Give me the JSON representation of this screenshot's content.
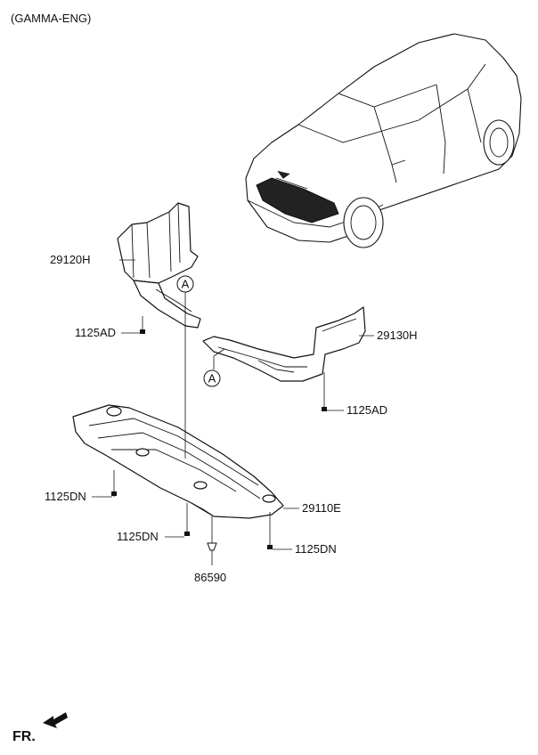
{
  "header": {
    "engine_variant": "(GAMMA-ENG)"
  },
  "parts": {
    "rh_cover": "29120H",
    "lh_cover": "29130H",
    "main_panel": "29110E",
    "bolt_ad_1": "1125AD",
    "bolt_ad_2": "1125AD",
    "bolt_dn_1": "1125DN",
    "bolt_dn_2": "1125DN",
    "bolt_dn_3": "1125DN",
    "clip": "86590"
  },
  "refs": {
    "marker_1": "A",
    "marker_2": "A"
  },
  "footer": {
    "direction": "FR."
  }
}
